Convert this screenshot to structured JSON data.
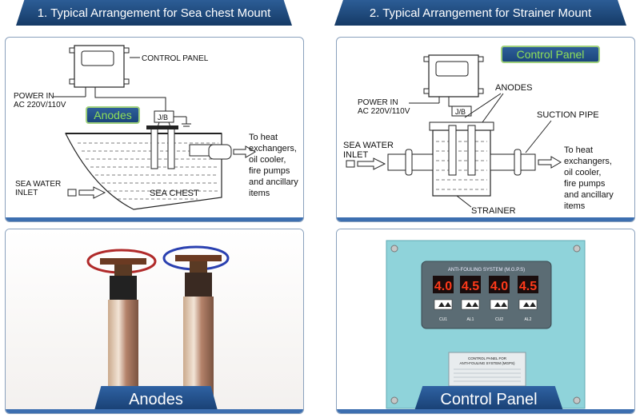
{
  "tabs": {
    "left": "1. Typical Arrangement for Sea chest Mount",
    "right": "2. Typical Arrangement for Strainer Mount"
  },
  "diagram_left": {
    "control_panel": "CONTROL PANEL",
    "power_line1": "POWER IN",
    "power_line2": "AC 220V/110V",
    "anodes_tag": "Anodes",
    "jb": "J/B",
    "outlet": [
      "To heat",
      "exchangers,",
      "oil cooler,",
      "fire pumps",
      "and ancillary",
      "items"
    ],
    "inlet_line1": "SEA WATER",
    "inlet_line2": "INLET",
    "sea_chest": "SEA CHEST"
  },
  "diagram_right": {
    "control_panel_tag": "Control Panel",
    "anodes": "ANODES",
    "power_line1": "POWER IN",
    "power_line2": "AC 220V/110V",
    "jb": "J/B",
    "suction": "SUCTION PIPE",
    "inlet_line1": "SEA WATER",
    "inlet_line2": "INLET",
    "outlet": [
      "To heat",
      "exchangers,",
      "oil cooler,",
      "fire pumps",
      "and ancillary",
      "items"
    ],
    "strainer": "STRAINER"
  },
  "photo_anodes": {
    "caption": "Anodes"
  },
  "photo_panel": {
    "caption": "Control Panel",
    "system_title": "ANTI-FOULING SYSTEM (M.G.P.S)",
    "displays": [
      "4.0",
      "4.5",
      "4.0",
      "4.5"
    ],
    "channels": [
      "CU1",
      "AL1",
      "CU2",
      "AL2"
    ],
    "plate_line1": "CONTROL PANEL FOR",
    "plate_line2": "ANTI-FOULING SYSTEM (MGPS)"
  },
  "colors": {
    "tab": "#1f4a7e",
    "accent_bar": "#3d6fb0",
    "led": "#ff3a1a",
    "panel_body": "#8fd3da"
  }
}
